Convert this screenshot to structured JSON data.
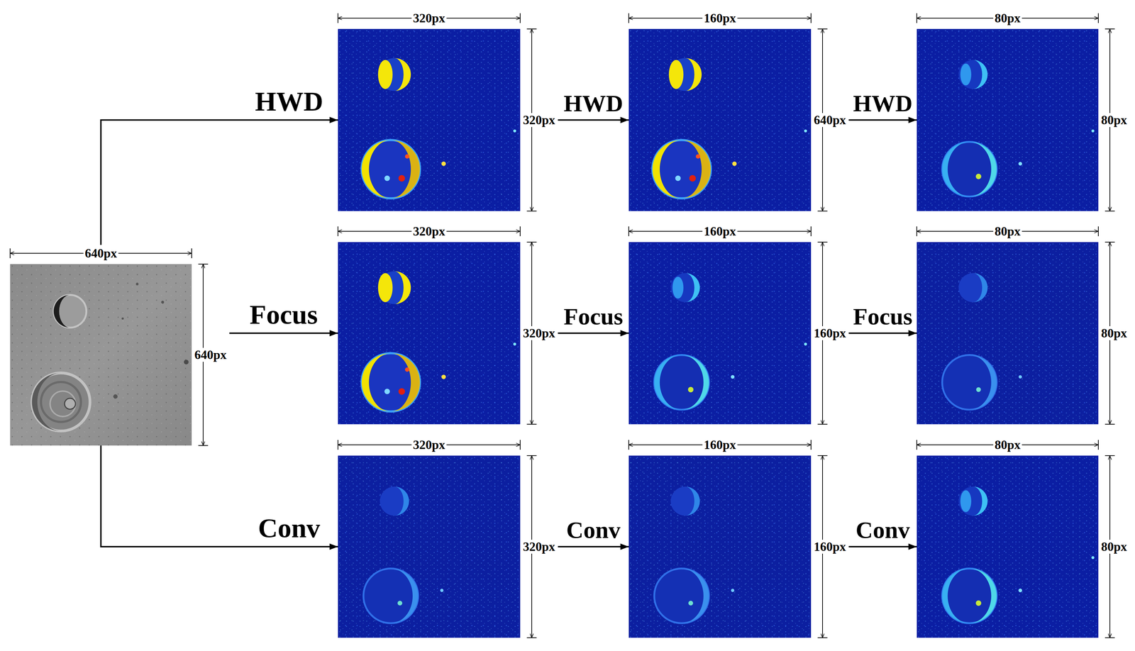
{
  "diagram": {
    "nodes": [
      {
        "text": [
          "640px",
          "640px"
        ]
      },
      {
        "text": [
          "320px",
          "320px"
        ]
      },
      {
        "text": [
          "160px",
          "640px"
        ]
      },
      {
        "text": [
          "80px",
          "80px"
        ]
      },
      {
        "text": [
          "320px",
          "320px"
        ]
      },
      {
        "text": [
          "160px",
          "160px"
        ]
      },
      {
        "text": [
          "80px",
          "80px"
        ]
      },
      {
        "text": [
          "320px",
          "320px"
        ]
      },
      {
        "text": [
          "160px",
          "160px"
        ]
      },
      {
        "text": [
          "80px",
          "80px"
        ]
      }
    ],
    "edges": [
      {
        "from": 0,
        "to": 1,
        "label": "HWD",
        "arrow": "to"
      },
      {
        "from": 1,
        "to": 2,
        "label": "HWD",
        "arrow": "to"
      },
      {
        "from": 2,
        "to": 3,
        "label": "HWD",
        "arrow": "to"
      },
      {
        "from": 0,
        "to": 4,
        "label": "Focus",
        "arrow": "to"
      },
      {
        "from": 4,
        "to": 5,
        "label": "Focus",
        "arrow": "to"
      },
      {
        "from": 5,
        "to": 6,
        "label": "Focus",
        "arrow": "to"
      },
      {
        "from": 0,
        "to": 7,
        "label": "Conv",
        "arrow": "to"
      },
      {
        "from": 7,
        "to": 8,
        "label": "Conv",
        "arrow": "to"
      },
      {
        "from": 8,
        "to": 9,
        "label": "Conv",
        "arrow": "to"
      }
    ]
  }
}
